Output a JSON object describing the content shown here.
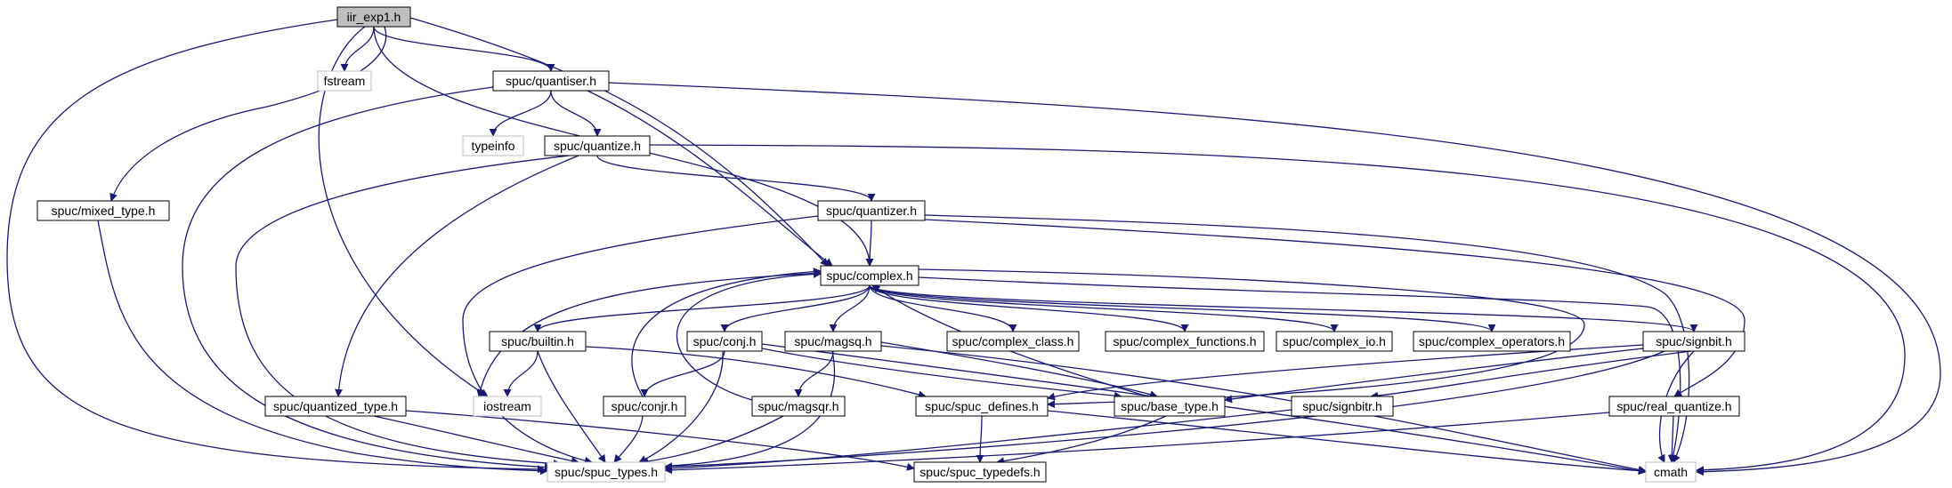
{
  "colors": {
    "edge": "#191970",
    "node_fill": "#ffffff",
    "node_border": "#000000",
    "system_border": "#bfbfbf",
    "root_fill": "#bfbfbf",
    "text": "#000000"
  },
  "nodes": [
    {
      "id": "iir",
      "label": "iir_exp1.h",
      "kind": "root"
    },
    {
      "id": "fstream",
      "label": "fstream",
      "kind": "system"
    },
    {
      "id": "quantiser",
      "label": "spuc/quantiser.h",
      "kind": "file"
    },
    {
      "id": "typeinfo",
      "label": "typeinfo",
      "kind": "system"
    },
    {
      "id": "quantize",
      "label": "spuc/quantize.h",
      "kind": "file"
    },
    {
      "id": "mixed",
      "label": "spuc/mixed_type.h",
      "kind": "file"
    },
    {
      "id": "quantizer",
      "label": "spuc/quantizer.h",
      "kind": "file"
    },
    {
      "id": "complex",
      "label": "spuc/complex.h",
      "kind": "file"
    },
    {
      "id": "builtin",
      "label": "spuc/builtin.h",
      "kind": "file"
    },
    {
      "id": "conj",
      "label": "spuc/conj.h",
      "kind": "file"
    },
    {
      "id": "magsq",
      "label": "spuc/magsq.h",
      "kind": "file"
    },
    {
      "id": "cclass",
      "label": "spuc/complex_class.h",
      "kind": "file"
    },
    {
      "id": "cfunc",
      "label": "spuc/complex_functions.h",
      "kind": "file"
    },
    {
      "id": "cio",
      "label": "spuc/complex_io.h",
      "kind": "file"
    },
    {
      "id": "cops",
      "label": "spuc/complex_operators.h",
      "kind": "file"
    },
    {
      "id": "signbit",
      "label": "spuc/signbit.h",
      "kind": "file"
    },
    {
      "id": "qtype",
      "label": "spuc/quantized_type.h",
      "kind": "file"
    },
    {
      "id": "iostream",
      "label": "iostream",
      "kind": "system"
    },
    {
      "id": "conjr",
      "label": "spuc/conjr.h",
      "kind": "file"
    },
    {
      "id": "magsqr",
      "label": "spuc/magsqr.h",
      "kind": "file"
    },
    {
      "id": "defines",
      "label": "spuc/spuc_defines.h",
      "kind": "file"
    },
    {
      "id": "basetype",
      "label": "spuc/base_type.h",
      "kind": "file"
    },
    {
      "id": "signbitr",
      "label": "spuc/signbitr.h",
      "kind": "file"
    },
    {
      "id": "realq",
      "label": "spuc/real_quantize.h",
      "kind": "file"
    },
    {
      "id": "types",
      "label": "spuc/spuc_types.h",
      "kind": "system"
    },
    {
      "id": "typedefs",
      "label": "spuc/spuc_typedefs.h",
      "kind": "file"
    },
    {
      "id": "cmath",
      "label": "cmath",
      "kind": "system"
    }
  ],
  "edges": [
    [
      "iir",
      "fstream"
    ],
    [
      "iir",
      "quantiser"
    ],
    [
      "iir",
      "mixed"
    ],
    [
      "iir",
      "complex"
    ],
    [
      "iir",
      "iostream"
    ],
    [
      "iir",
      "types"
    ],
    [
      "iir",
      "cmath"
    ],
    [
      "quantiser",
      "typeinfo"
    ],
    [
      "quantiser",
      "quantize"
    ],
    [
      "quantiser",
      "complex"
    ],
    [
      "quantiser",
      "types"
    ],
    [
      "quantiser",
      "cmath"
    ],
    [
      "quantize",
      "quantizer"
    ],
    [
      "quantize",
      "qtype"
    ],
    [
      "quantize",
      "types"
    ],
    [
      "quantize",
      "cmath"
    ],
    [
      "mixed",
      "types"
    ],
    [
      "quantizer",
      "complex"
    ],
    [
      "quantizer",
      "realq"
    ],
    [
      "quantizer",
      "types"
    ],
    [
      "quantizer",
      "cmath"
    ],
    [
      "complex",
      "builtin"
    ],
    [
      "complex",
      "conj"
    ],
    [
      "complex",
      "magsq"
    ],
    [
      "complex",
      "cclass"
    ],
    [
      "complex",
      "cfunc"
    ],
    [
      "complex",
      "cio"
    ],
    [
      "complex",
      "cops"
    ],
    [
      "complex",
      "signbit"
    ],
    [
      "complex",
      "iostream"
    ],
    [
      "complex",
      "defines"
    ],
    [
      "complex",
      "cmath"
    ],
    [
      "builtin",
      "iostream"
    ],
    [
      "builtin",
      "defines"
    ],
    [
      "builtin",
      "types"
    ],
    [
      "conj",
      "conjr"
    ],
    [
      "conj",
      "types"
    ],
    [
      "conj",
      "basetype"
    ],
    [
      "conj",
      "cmath"
    ],
    [
      "magsq",
      "magsqr"
    ],
    [
      "magsq",
      "types"
    ],
    [
      "magsq",
      "basetype"
    ],
    [
      "magsq",
      "cmath"
    ],
    [
      "signbit",
      "signbitr"
    ],
    [
      "signbit",
      "basetype"
    ],
    [
      "signbit",
      "defines"
    ],
    [
      "signbit",
      "types"
    ],
    [
      "signbit",
      "cmath"
    ],
    [
      "qtype",
      "types"
    ],
    [
      "qtype",
      "typedefs"
    ],
    [
      "conjr",
      "complex"
    ],
    [
      "conjr",
      "types"
    ],
    [
      "magsqr",
      "complex"
    ],
    [
      "magsqr",
      "types"
    ],
    [
      "defines",
      "typedefs"
    ],
    [
      "defines",
      "cmath"
    ],
    [
      "basetype",
      "complex"
    ],
    [
      "basetype",
      "typedefs"
    ],
    [
      "signbitr",
      "types"
    ],
    [
      "realq",
      "types"
    ],
    [
      "realq",
      "cmath"
    ]
  ]
}
